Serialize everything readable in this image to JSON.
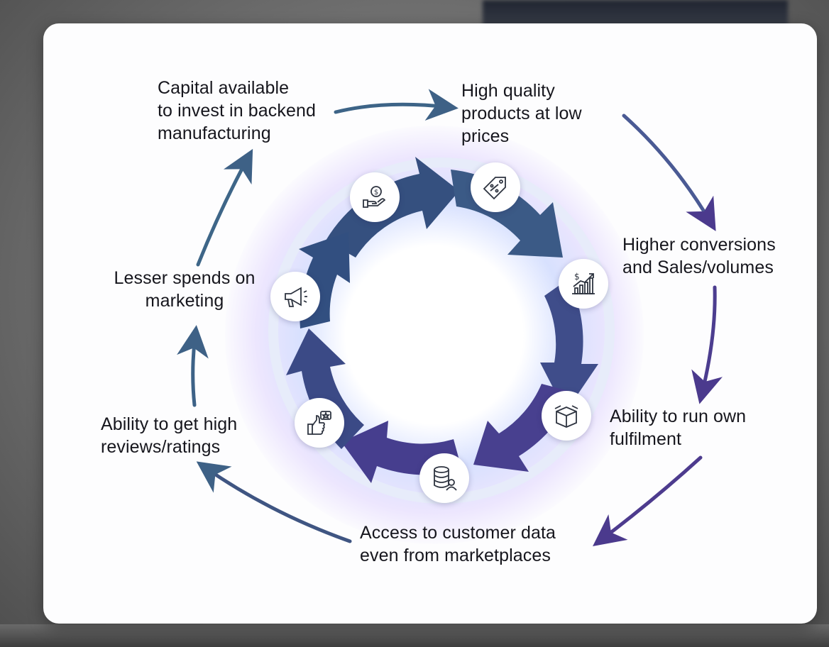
{
  "diagram": {
    "labels": {
      "capital": "Capital available\nto invest in backend\nmanufacturing",
      "quality": "High quality\nproducts at low\nprices",
      "conversions": "Higher conversions\nand Sales/volumes",
      "fulfilment": "Ability to run own\nfulfilment",
      "customer_data": "Access to customer data\neven from marketplaces",
      "reviews": "Ability to get high\nreviews/ratings",
      "marketing": "Lesser spends on\nmarketing"
    },
    "icons": {
      "capital": "hand-dollar-icon",
      "quality": "price-tag-percent-icon",
      "conversions": "sales-growth-chart-icon",
      "fulfilment": "box-icon",
      "customer_data": "database-user-icon",
      "reviews": "thumbs-up-star-icon",
      "marketing": "megaphone-icon"
    },
    "colors": {
      "arrow_blue": "#3f5f86",
      "arrow_purple": "#4a3a8a",
      "ring_start": "#2f4a78",
      "ring_end": "#4b3b92",
      "icon_stroke": "#2e3440"
    }
  }
}
